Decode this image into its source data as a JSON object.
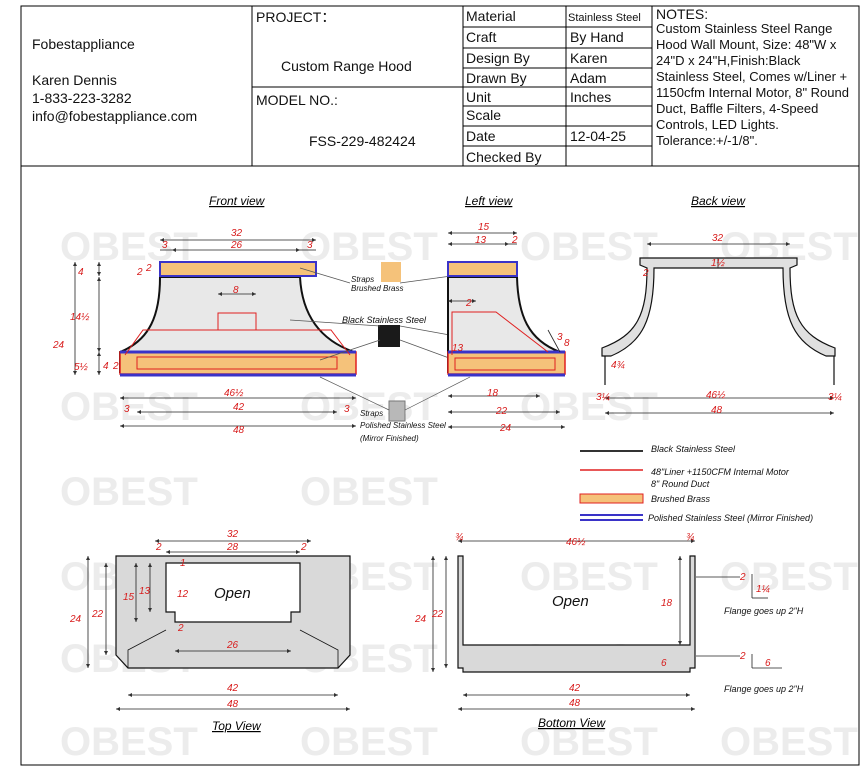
{
  "company": {
    "name": "Fobestappliance",
    "contact": "Karen Dennis",
    "phone": "1-833-223-3282",
    "email": "info@fobestappliance.com"
  },
  "project": {
    "label": "PROJECT：",
    "name": "Custom Range Hood",
    "model_label": "MODEL NO.:",
    "model_no": "FSS-229-482424"
  },
  "spec_rows": [
    {
      "key": "Material",
      "value": "Stainless Steel"
    },
    {
      "key": "Craft",
      "value": "By Hand"
    },
    {
      "key": "Design By",
      "value": "Karen"
    },
    {
      "key": "Drawn By",
      "value": "Adam"
    },
    {
      "key": "Unit",
      "value": "Inches"
    },
    {
      "key": "Scale",
      "value": ""
    },
    {
      "key": "Date",
      "value": "12-04-25"
    },
    {
      "key": "Checked By",
      "value": ""
    }
  ],
  "notes": {
    "label": "NOTES:",
    "text": "Custom Stainless Steel Range Hood Wall Mount, Size: 48\"W x 24\"D x 24\"H,Finish:Black Stainless Steel, Comes w/Liner + 1150cfm Internal Motor, 8\" Round Duct, Baffle Filters, 4-Speed Controls, LED Lights. Tolerance:+/-1/8\"."
  },
  "view_titles": {
    "front": "Front view",
    "left": "Left view",
    "back": "Back view",
    "top": "Top View",
    "bottom": "Bottom View"
  },
  "callouts": {
    "straps_brass_1": "Straps",
    "straps_brass_2": "Brushed Brass",
    "black_ss": "Black Stainless Steel",
    "straps_pol_1": "Straps",
    "straps_pol_2": "Polished Stainless Steel",
    "straps_pol_3": "(Mirror Finished)",
    "open_top": "Open",
    "open_bottom": "Open",
    "flange_1": "Flange goes up 2\"H",
    "flange_2": "Flange goes up 2\"H"
  },
  "legend": [
    {
      "label": "Black Stainless Steel",
      "color": "#333333"
    },
    {
      "label": "48\"Liner +1150CFM Internal Motor",
      "color": "#e02020"
    },
    {
      "label": "8\" Round Duct",
      "color": "#e02020"
    },
    {
      "label": "Brushed Brass",
      "color": "#f5c27a"
    },
    {
      "label": "Polished Stainless Steel (Mirror Finished)",
      "color": "#3a33c8"
    }
  ],
  "dims": {
    "front": {
      "d32": "32",
      "d26": "26",
      "d3a": "3",
      "d3b": "3",
      "d4": "4",
      "d2a": "2",
      "d2": "2",
      "d8": "8",
      "d14": "14½",
      "d24": "24",
      "d5": "5½",
      "d4b": "4",
      "d2b": "2",
      "d46": "46½",
      "d3c": "3",
      "d42": "42",
      "d3d": "3",
      "d48": "48"
    },
    "left": {
      "d15": "15",
      "d13": "13",
      "d2": "2",
      "d2b": "2",
      "d13b": "13",
      "d3": "3",
      "d8": "8",
      "d18": "18",
      "d22": "22",
      "d24": "24"
    },
    "back": {
      "d32": "32",
      "d1": "1½",
      "d2": "2",
      "d4": "4¾",
      "d3a": "3¼",
      "d3b": "3¼",
      "d46": "46½",
      "d48": "48"
    },
    "top": {
      "d32": "32",
      "d28": "28",
      "d2a": "2",
      "d2b": "2",
      "d1": "1",
      "d15": "15",
      "d13": "13",
      "d12": "12",
      "d2c": "2",
      "d26": "26",
      "d24": "24",
      "d22": "22",
      "d42": "42",
      "d48": "48"
    },
    "bottom": {
      "d3a": "¾",
      "d46": "46½",
      "d3b": "¾",
      "d24": "24",
      "d22": "22",
      "d18": "18",
      "d6": "6",
      "d42": "42",
      "d48": "48",
      "f2a": "2",
      "f1": "1¼",
      "f2b": "2",
      "f6": "6"
    }
  },
  "watermark": "OBEST",
  "colors": {
    "brass": "#f5c27a",
    "blue": "#3a33c8",
    "red": "#e02020",
    "dim": "#d81b1b",
    "gray": "#d9d9d9",
    "dark": "#1a1a1a",
    "watermark": "#ececec"
  }
}
